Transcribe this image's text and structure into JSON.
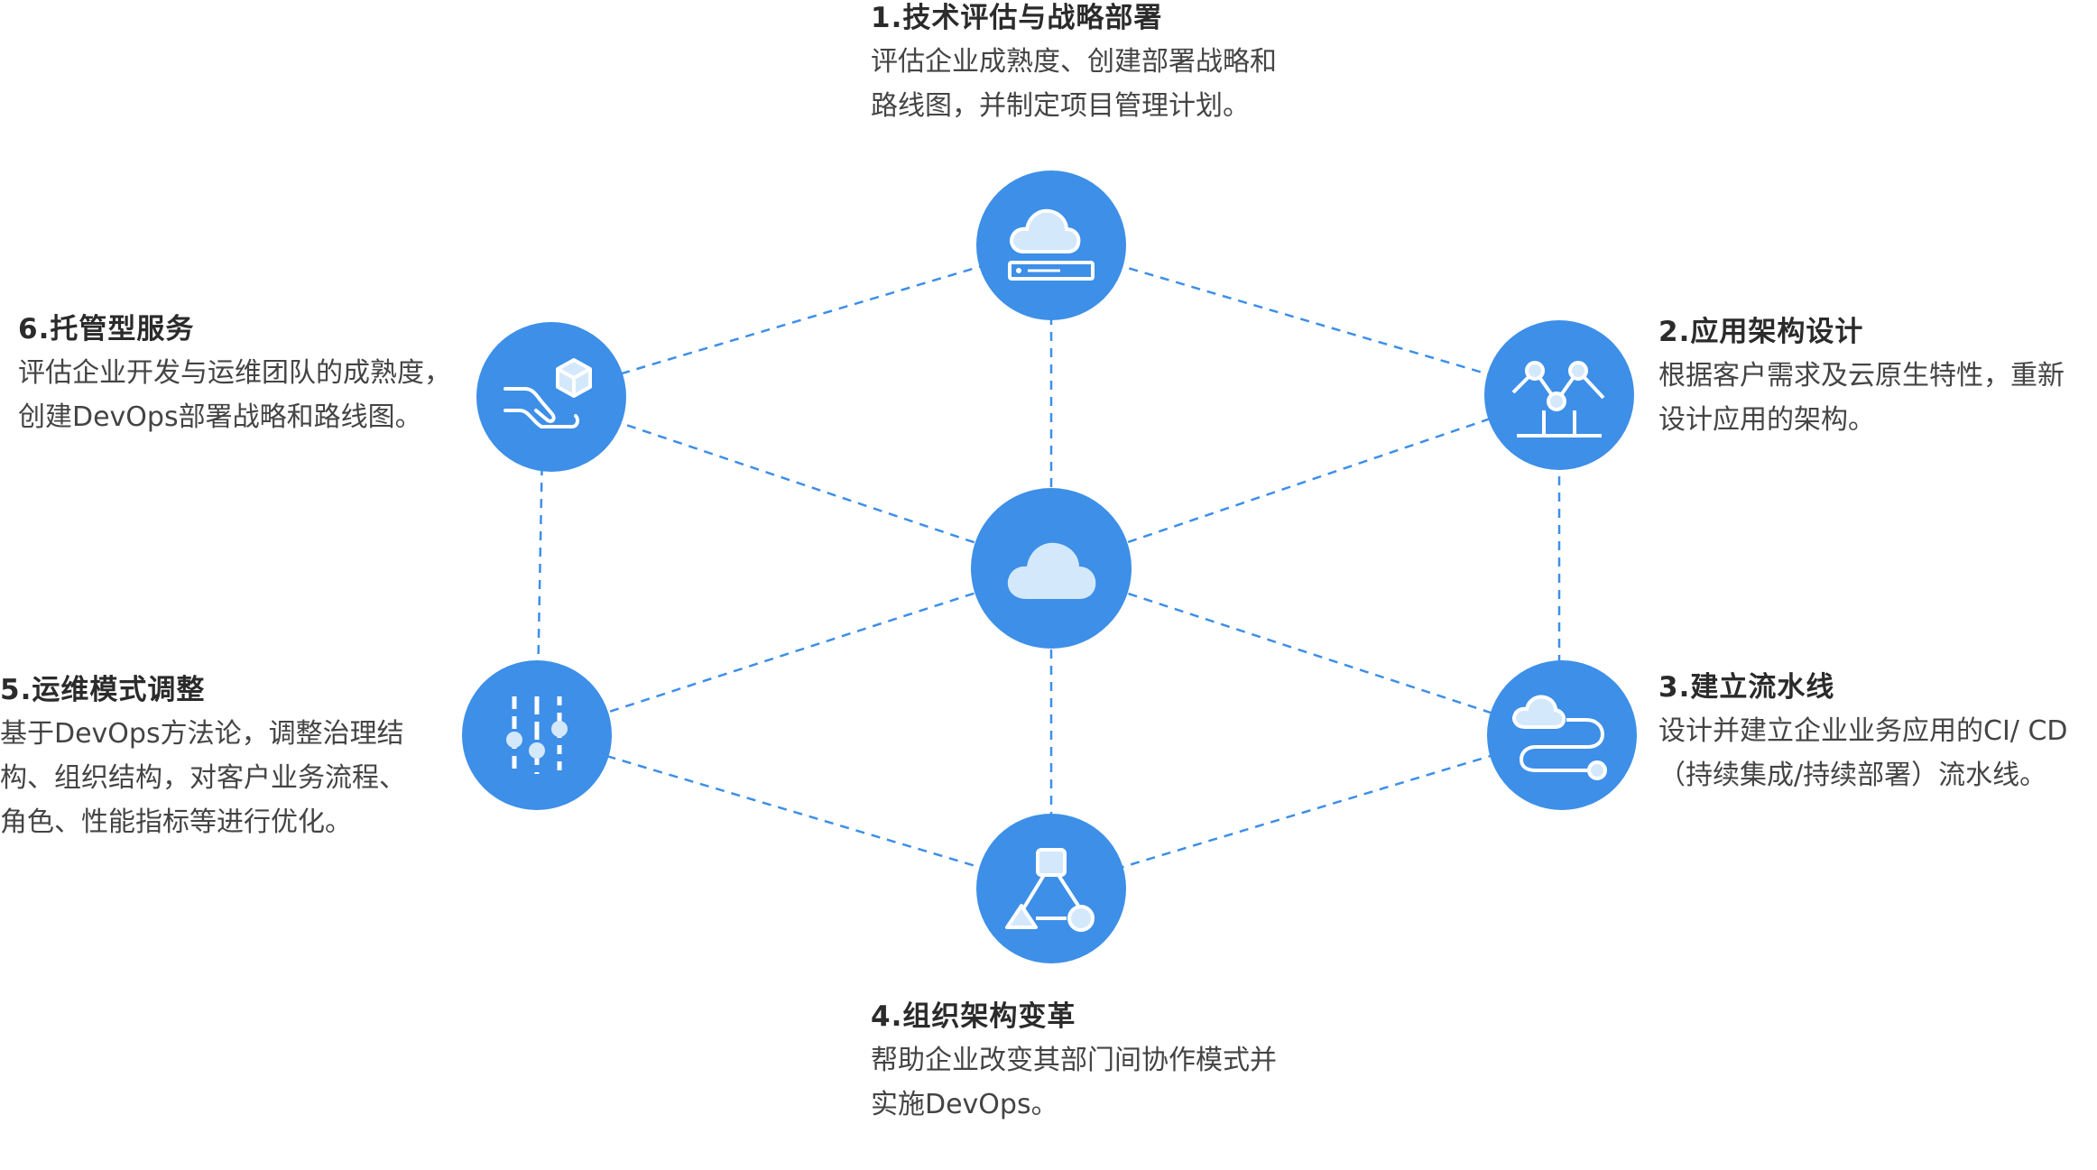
{
  "center": {
    "icon": "cloud-icon"
  },
  "steps": [
    {
      "title": "1.技术评估与战略部署",
      "desc": "评估企业成熟度、创建部署战略和\n路线图，并制定项目管理计划。",
      "icon": "cloud-server-icon"
    },
    {
      "title": "2.应用架构设计",
      "desc": "根据客户需求及云原生特性，重新\n设计应用的架构。",
      "icon": "line-chart-nodes-icon"
    },
    {
      "title": "3.建立流水线",
      "desc": "设计并建立企业业务应用的CI/ CD\n（持续集成/持续部署）流水线。",
      "icon": "cloud-pipeline-icon"
    },
    {
      "title": "4.组织架构变革",
      "desc": "帮助企业改变其部门间协作模式并\n实施DevOps。",
      "icon": "org-structure-shapes-icon"
    },
    {
      "title": "5.运维模式调整",
      "desc": "基于DevOps方法论，调整治理结\n构、组织结构，对客户业务流程、\n角色、性能指标等进行优化。",
      "icon": "sliders-icon"
    },
    {
      "title": "6.托管型服务",
      "desc": "评估企业开发与运维团队的成熟度，\n创建DevOps部署战略和路线图。",
      "icon": "hand-box-icon"
    }
  ],
  "colors": {
    "node": "#3d8fe8",
    "line": "#3d8fe8",
    "icon_fill": "#d4e8fc",
    "icon_stroke": "#ffffff"
  }
}
